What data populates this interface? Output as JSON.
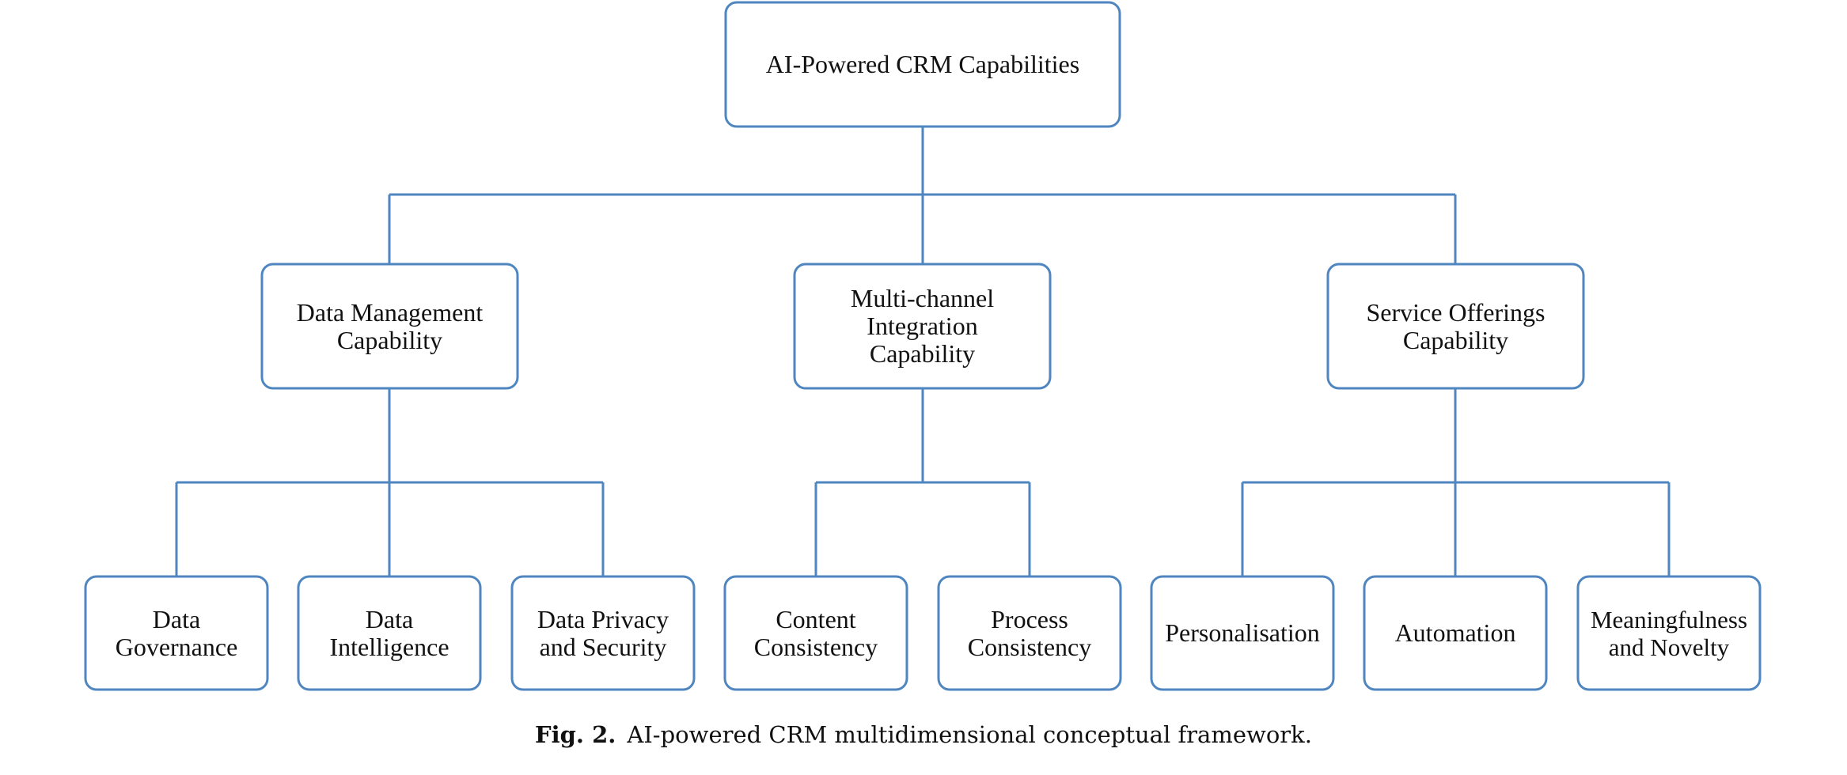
{
  "diagram": {
    "root": {
      "label": "AI-Powered CRM Capabilities"
    },
    "capabilities": [
      {
        "label": "Data Management\nCapability",
        "children": [
          "Data\nGovernance",
          "Data\nIntelligence",
          "Data Privacy\nand Security"
        ]
      },
      {
        "label": "Multi-channel\nIntegration\nCapability",
        "children": [
          "Content\nConsistency",
          "Process\nConsistency"
        ]
      },
      {
        "label": "Service Offerings\nCapability",
        "children": [
          "Personalisation",
          "Automation",
          "Meaningfulness\nand Novelty"
        ]
      }
    ],
    "colors": {
      "line": "#4f86c0",
      "text": "#111111"
    }
  },
  "caption": {
    "label": "Fig. 2.",
    "text": "AI-powered CRM multidimensional conceptual framework."
  }
}
